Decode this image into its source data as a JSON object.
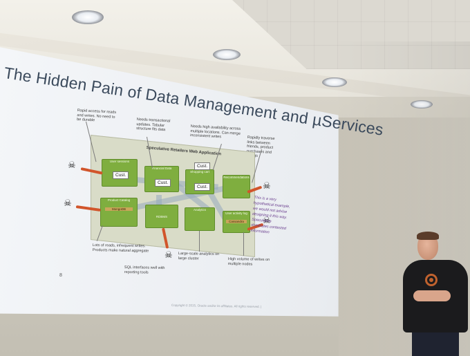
{
  "slide": {
    "title": "The Hidden Pain of Data Management and µServices",
    "app_title": "Speculative Retailers Web Application",
    "annotations": {
      "top_left": "Rapid access for reads and writes. No need to be durable",
      "top_mid": "Needs transactional updates. Tabular structure fits data",
      "top_right": "Needs high availability across multiple locations. Can merge inconsistent writes",
      "far_right": "Rapidly traverse links between friends, product purchases and ratings",
      "bottom_left": "Lots of reads, infrequent writes. Products make natural aggregate",
      "bottom_mid": "SQL interfaces well with reporting tools",
      "bottom_center": "Large-scale analytics on large cluster",
      "bottom_right": "High volume of writes on multiple nodes"
    },
    "boxes": {
      "user_sessions": "User sessions",
      "financial_data": "Financial Data",
      "shopping_cart": "Shopping cart",
      "recommendations": "Recommendations",
      "product_catalog": "Product Catalog",
      "mongodb": "MongoDB",
      "rdbms": "RDBMS",
      "analytics": "Analytics",
      "user_activity": "User activity log",
      "cassandra": "Cassandra"
    },
    "cust_label": "Cust.",
    "handwritten_note": "This is a very hypothetical example, we would not advise designing it this way. Speculative dominates contested information",
    "slide_number": "8",
    "footer": "Copyright © 2015, Oracle and/or its affiliates. All rights reserved. |"
  },
  "colors": {
    "box_green": "#7fae3f",
    "app_background": "#d9dcc8",
    "red_arrow": "#d1552b",
    "title_text": "#3b4a5c",
    "shirt_logo": "#c0622e"
  }
}
